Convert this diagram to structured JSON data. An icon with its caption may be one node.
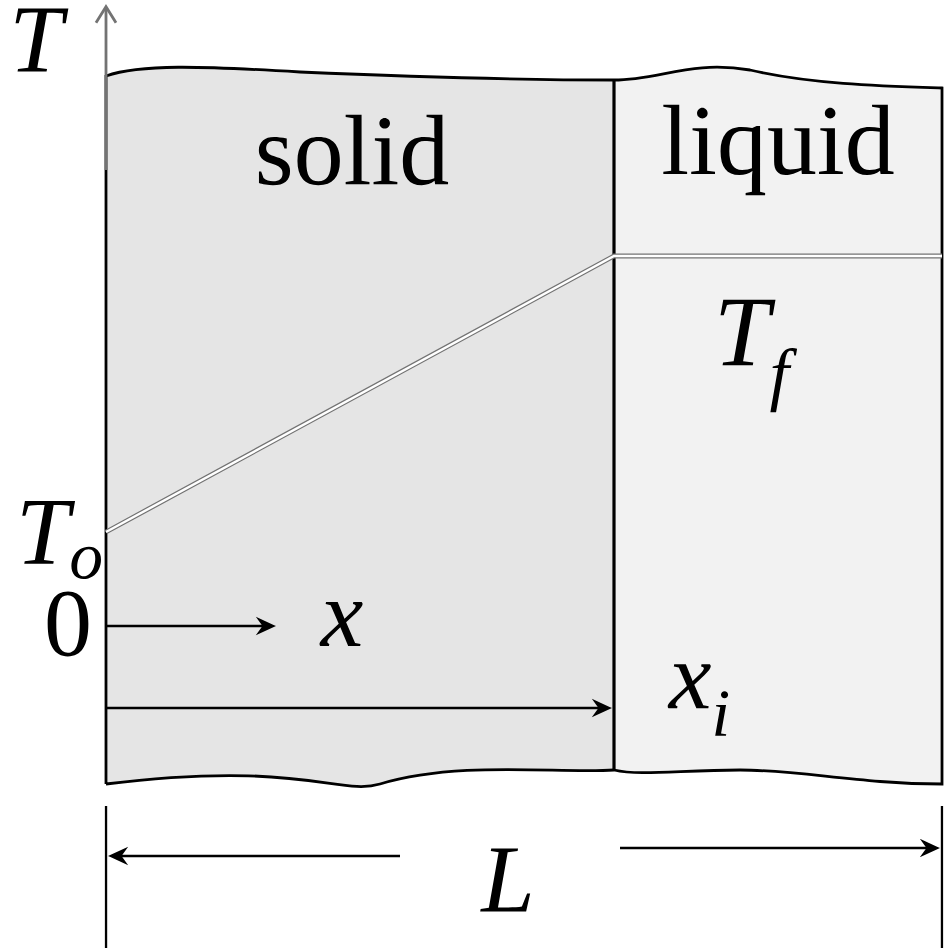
{
  "diagram": {
    "nodes": [
      {
        "text": [
          "solid"
        ]
      },
      {
        "text": [
          "liquid",
          "T$_{f}$"
        ]
      }
    ],
    "labels": [
      "T",
      "T$_{o}$",
      "0",
      "x",
      "x$_{i}$",
      "L"
    ]
  }
}
